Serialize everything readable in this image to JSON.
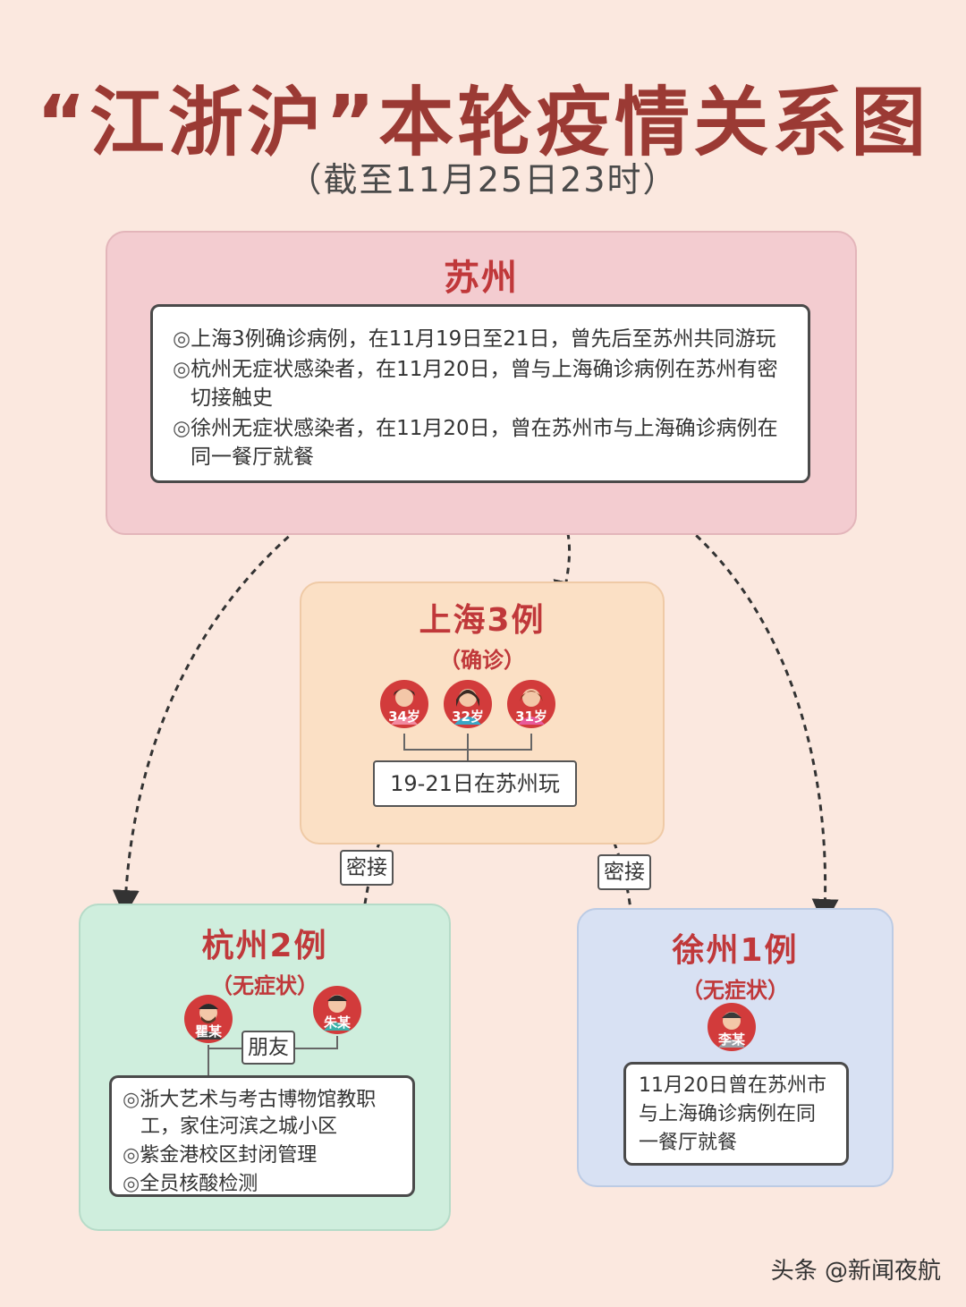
{
  "header": {
    "title": "“江浙沪”本轮疫情关系图",
    "subtitle": "（截至11月25日23时）"
  },
  "suzhou": {
    "title": "苏州",
    "bullets": [
      "上海3例确诊病例，在11月19日至21日，曾先后至苏州共同游玩",
      "杭州无症状感染者，在11月20日，曾与上海确诊病例在苏州有密切接触史",
      "徐州无症状感染者，在11月20日，曾在苏州市与上海确诊病例在同一餐厅就餐"
    ]
  },
  "shanghai": {
    "title": "上海3例",
    "subtitle": "（确诊）",
    "people": [
      "34岁",
      "32岁",
      "31岁"
    ],
    "note": "19-21日在苏州玩"
  },
  "contact_labels": [
    "密接",
    "密接"
  ],
  "hangzhou": {
    "title": "杭州2例",
    "subtitle": "（无症状）",
    "people": [
      "瞿某",
      "朱某"
    ],
    "relation": "朋友",
    "bullets": [
      "浙大艺术与考古博物馆教职工，家住河滨之城小区",
      "紫金港校区封闭管理",
      "全员核酸检测"
    ]
  },
  "xuzhou": {
    "title": "徐州1例",
    "subtitle": "（无症状）",
    "person": "李某",
    "note": "11月20日曾在苏州市与上海确诊病例在同一餐厅就餐"
  },
  "bullet_mark": "◎",
  "watermark": "头条 @新闻夜航",
  "colors": {
    "accent": "#c0383a",
    "avatar": "#d23b3b"
  }
}
